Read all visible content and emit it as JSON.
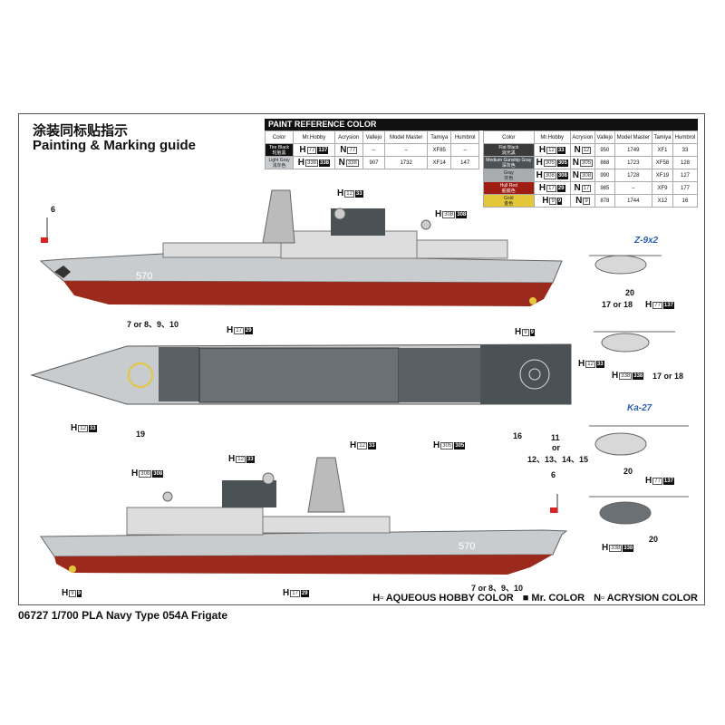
{
  "title_cn": "涂装同标贴指示",
  "title_en": "Painting & Marking guide",
  "paint_table": {
    "header": "PAINT REFERENCE COLOR",
    "columns": [
      "Color",
      "Mr.Hobby",
      "Acrysion",
      "Vallejo",
      "Model Master",
      "Tamiya",
      "Humbrol"
    ],
    "left": [
      {
        "color": "Tire Black",
        "cn": "轮胎黑",
        "swatch": "#111111",
        "h": "77",
        "m": "137",
        "n": "77",
        "vallejo": "–",
        "mm": "–",
        "tamiya": "XF85",
        "humbrol": "–"
      },
      {
        "color": "Light Gray",
        "cn": "浅灰色",
        "swatch": "#c8ccd0",
        "h": "338",
        "m": "338",
        "n": "338",
        "vallejo": "907",
        "mm": "1732",
        "tamiya": "XF14",
        "humbrol": "147"
      }
    ],
    "right": [
      {
        "color": "Flat Black",
        "cn": "消光黑",
        "swatch": "#3a3a3a",
        "h": "12",
        "m": "33",
        "n": "12",
        "vallejo": "950",
        "mm": "1749",
        "tamiya": "XF1",
        "humbrol": "33"
      },
      {
        "color": "Medium Gunship Gray",
        "cn": "深灰色",
        "swatch": "#4a5256",
        "h": "305",
        "m": "305",
        "n": "305",
        "vallejo": "868",
        "mm": "1723",
        "tamiya": "XF58",
        "humbrol": "128"
      },
      {
        "color": "Gray",
        "cn": "灰色",
        "swatch": "#a8acae",
        "h": "308",
        "m": "308",
        "n": "308",
        "vallejo": "990",
        "mm": "1728",
        "tamiya": "XF19",
        "humbrol": "127"
      },
      {
        "color": "Hull Red",
        "cn": "船底色",
        "swatch": "#a01d14",
        "h": "17",
        "m": "29",
        "n": "17",
        "vallejo": "985",
        "mm": "–",
        "tamiya": "XF9",
        "humbrol": "177"
      },
      {
        "color": "Gold",
        "cn": "金色",
        "swatch": "#e3c63a",
        "h": "9",
        "m": "9",
        "n": "9",
        "vallejo": "878",
        "mm": "1744",
        "tamiya": "X12",
        "humbrol": "16"
      }
    ]
  },
  "callouts": {
    "c1": {
      "h": "12",
      "m": "33"
    },
    "c2": {
      "h": "308",
      "m": "308"
    },
    "c3": {
      "h": "17",
      "m": "29"
    },
    "c4": {
      "h": "9",
      "m": "9"
    },
    "c5": {
      "h": "12",
      "m": "33"
    },
    "c6": {
      "h": "12",
      "m": "33"
    },
    "c7": {
      "h": "305",
      "m": "305"
    },
    "c8": {
      "h": "308",
      "m": "308"
    },
    "c9": {
      "h": "12",
      "m": "33"
    },
    "c10": {
      "h": "9",
      "m": "9"
    },
    "c11": {
      "h": "17",
      "m": "29"
    },
    "c12": {
      "h": "77",
      "m": "137"
    },
    "c13": {
      "h": "12",
      "m": "33"
    },
    "c14": {
      "h": "338",
      "m": "338"
    },
    "c15": {
      "h": "77",
      "m": "137"
    },
    "c16": {
      "h": "338",
      "m": "338"
    }
  },
  "part_numbers": {
    "flag_top": "6",
    "flag_bottom": "6",
    "decals_top": "7 or 8、9、10",
    "decals_bottom": "7 or 8、9、10",
    "n19": "19",
    "n16": "16",
    "n11": "11",
    "or": "or",
    "n12_15": "12、13、14、15",
    "h20a": "20",
    "h17a": "17 or 18",
    "h17b": "17 or 18",
    "h20b": "20",
    "h20c": "20"
  },
  "hull_number": "570",
  "helicopters": {
    "z9": "Z-9x2",
    "ka27": "Ka-27"
  },
  "legend": {
    "h": "H▫ AQUEOUS HOBBY COLOR",
    "m": "■ Mr. COLOR",
    "n": "N▫ ACRYSION COLOR"
  },
  "footer": "06727 1/700 PLA Navy Type 054A Frigate"
}
